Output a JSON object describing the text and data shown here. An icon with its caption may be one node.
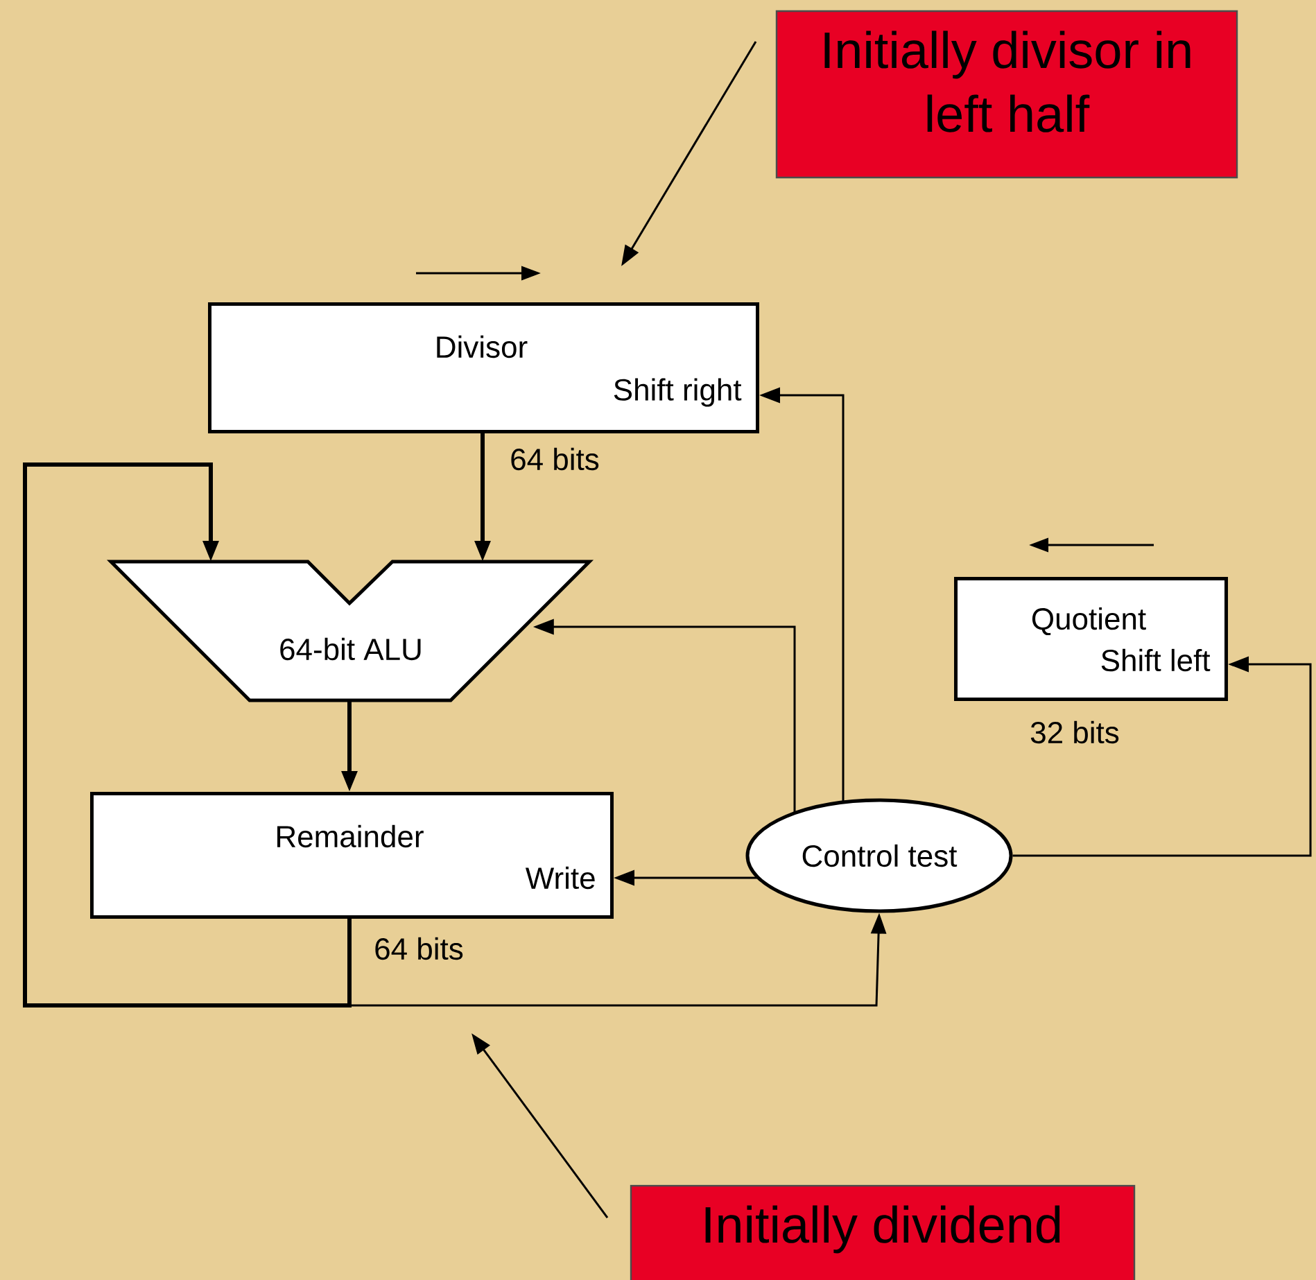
{
  "diagram": {
    "nodes": [
      {
        "text": [
          "Divisor",
          "Shift right"
        ]
      },
      {
        "text": [
          "64-bit ALU"
        ]
      },
      {
        "text": [
          "Remainder",
          "Write"
        ]
      },
      {
        "text": [
          "Control test"
        ]
      },
      {
        "text": [
          "Quotient",
          "Shift left"
        ],
        "beside": [
          "32 bits"
        ]
      },
      {
        "text": [
          "Initially divisor in left half"
        ]
      },
      {
        "text": [
          "Initially dividend"
        ]
      }
    ],
    "edges": [
      {
        "from": 0,
        "to": 1,
        "arrow": "to",
        "label": "64 bits",
        "style": "thick"
      },
      {
        "from": 1,
        "to": 2,
        "arrow": "to",
        "style": "thick"
      },
      {
        "from": 2,
        "to": 1,
        "arrow": "to",
        "label": "64 bits",
        "style": "thick"
      },
      {
        "from": 2,
        "to": 3,
        "arrow": "to"
      },
      {
        "from": 3,
        "to": 0,
        "arrow": "to"
      },
      {
        "from": 3,
        "to": 1,
        "arrow": "to"
      },
      {
        "from": 3,
        "to": 2,
        "arrow": "to"
      },
      {
        "from": 3,
        "to": 4,
        "arrow": "to"
      },
      {
        "from": 5,
        "to": null,
        "arrow": "to"
      },
      {
        "from": 6,
        "to": null,
        "arrow": "to"
      }
    ]
  }
}
